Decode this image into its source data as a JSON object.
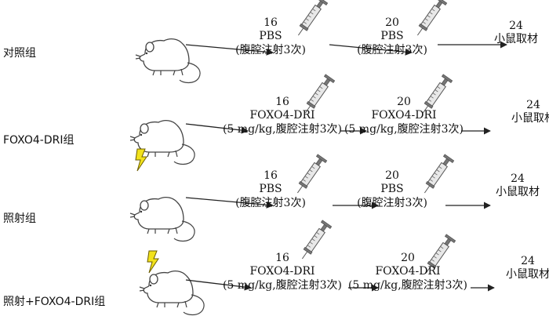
{
  "rows": [
    {
      "group": "对照组",
      "irradiated": false,
      "steps": [
        {
          "day": "16",
          "lines": [
            "PBS",
            "(腹腔注射3次)"
          ]
        },
        {
          "day": "20",
          "lines": [
            "PBS",
            "(腹腔注射3次)"
          ]
        },
        {
          "day": "24",
          "lines": [
            "小鼠取材"
          ]
        }
      ]
    },
    {
      "group": "FOXO4-DRI组",
      "irradiated": false,
      "steps": [
        {
          "day": "16",
          "lines": [
            "FOXO4-DRI",
            "(5 mg/kg,腹腔注射3次)"
          ]
        },
        {
          "day": "20",
          "lines": [
            "FOXO4-DRI",
            "(5 mg/kg,腹腔注射3次)"
          ]
        },
        {
          "day": "24",
          "lines": [
            "小鼠取材"
          ]
        }
      ]
    },
    {
      "group": "照射组",
      "irradiated": true,
      "steps": [
        {
          "day": "16",
          "lines": [
            "PBS",
            "(腹腔注射3次)"
          ]
        },
        {
          "day": "20",
          "lines": [
            "PBS",
            "(腹腔注射3次)"
          ]
        },
        {
          "day": "24",
          "lines": [
            "小鼠取材"
          ]
        }
      ]
    },
    {
      "group": "照射+FOXO4-DRI组",
      "irradiated": true,
      "steps": [
        {
          "day": "16",
          "lines": [
            "FOXO4-DRI",
            "(5 mg/kg,腹腔注射3次)"
          ]
        },
        {
          "day": "20",
          "lines": [
            "FOXO4-DRI",
            "(5 mg/kg,腹腔注射3次)"
          ]
        },
        {
          "day": "24",
          "lines": [
            "小鼠取材"
          ]
        }
      ]
    }
  ],
  "icons": {
    "mouse": "mouse-icon",
    "syringe": "syringe-icon",
    "irradiation": "lightning-bolt-icon"
  },
  "colors": {
    "bolt_fill": "#f2e21c",
    "line": "#222222"
  }
}
